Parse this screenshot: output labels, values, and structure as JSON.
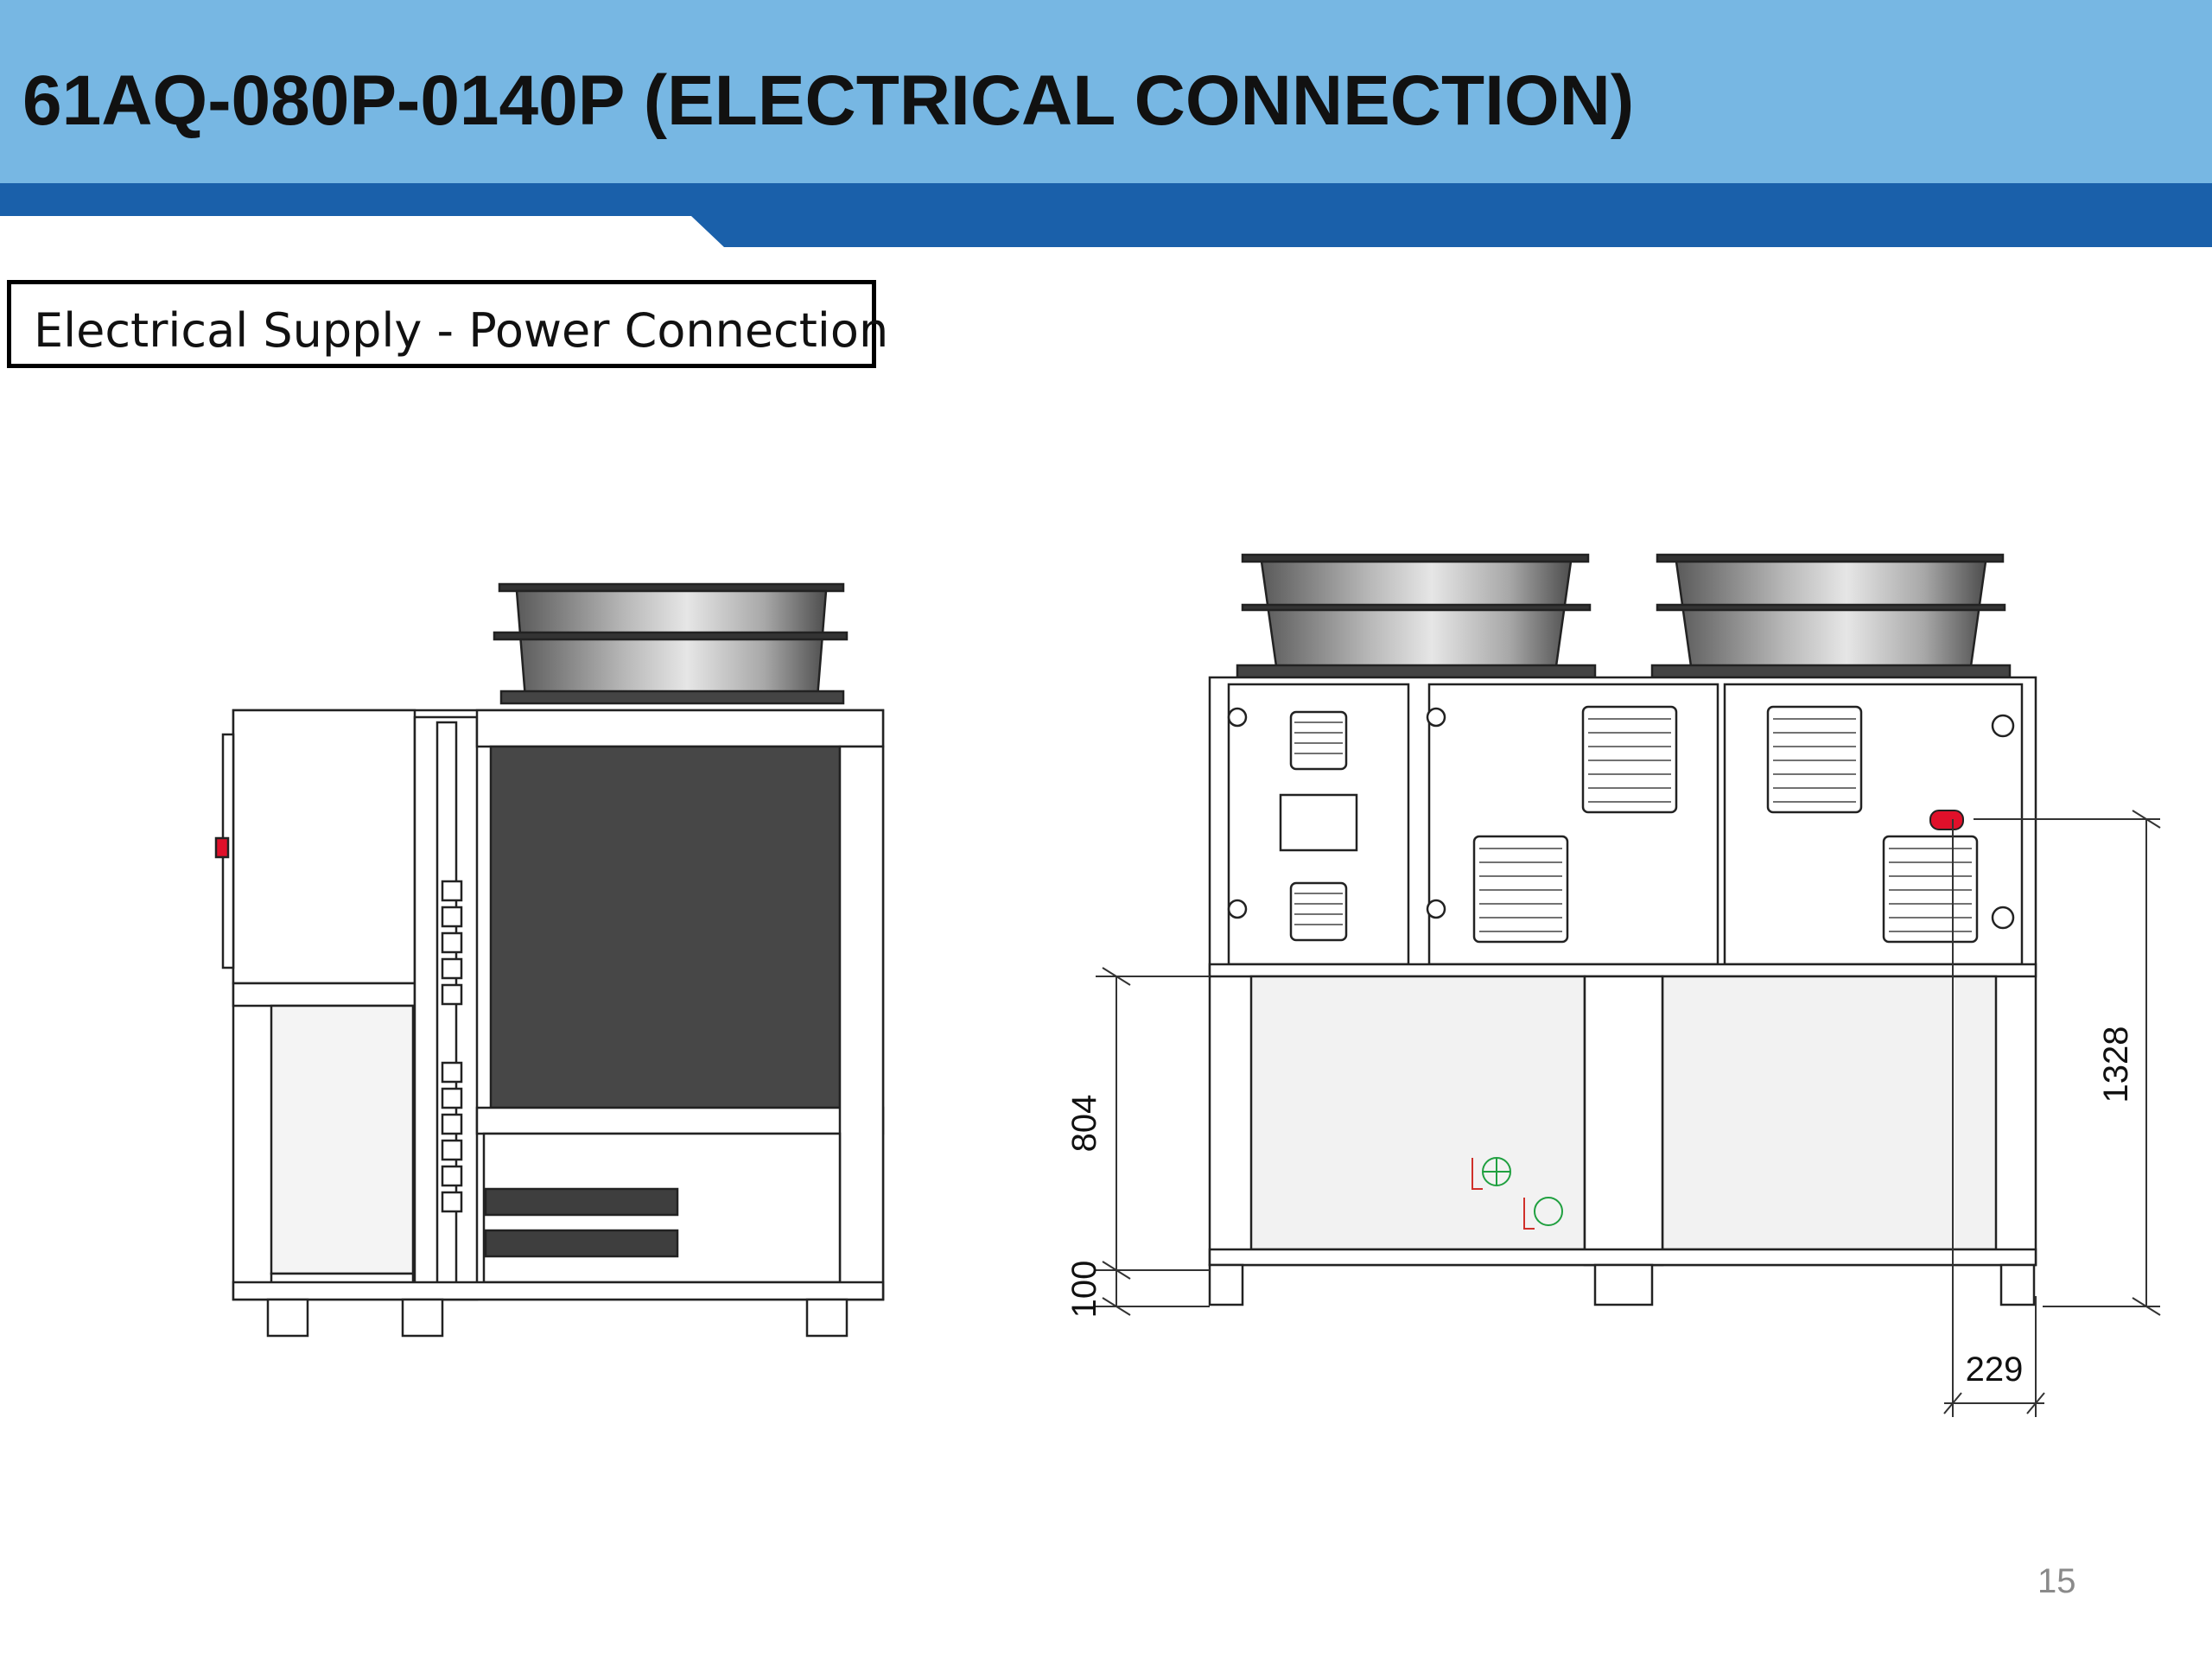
{
  "header": {
    "title": "61AQ-080P-0140P (ELECTRICAL CONNECTION)",
    "band_color": "#77b7e3",
    "stripe_color": "#1a60aa"
  },
  "section": {
    "label": "Electrical Supply - Power Connection"
  },
  "drawing": {
    "dimensions": {
      "height_total": "1328",
      "height_connection": "804",
      "height_base": "100",
      "side_offset": "229"
    },
    "connection_marker_color": "#e0102a"
  },
  "footer": {
    "page_number": "15"
  }
}
